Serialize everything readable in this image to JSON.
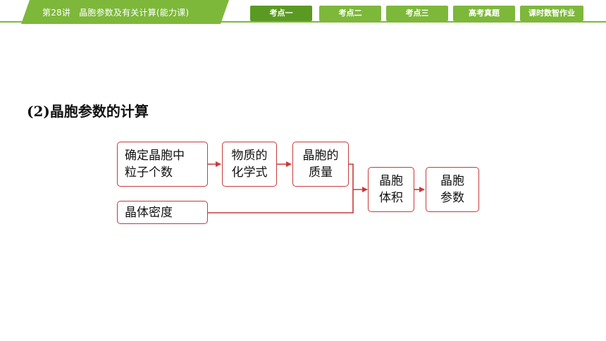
{
  "header": {
    "lesson_number": "第28讲",
    "lesson_title": "晶胞参数及有关计算(能力课)"
  },
  "tabs": [
    {
      "label": "考点一",
      "active": true
    },
    {
      "label": "考点二",
      "active": false
    },
    {
      "label": "考点三",
      "active": false
    },
    {
      "label": "高考真题",
      "active": false
    },
    {
      "label": "课时数智作业",
      "active": false
    }
  ],
  "section": {
    "heading": "(2)晶胞参数的计算"
  },
  "flow": {
    "box1": {
      "line1": "确定晶胞中",
      "line2": "粒子个数"
    },
    "box2": {
      "line1": "物质的",
      "line2": "化学式"
    },
    "box3": {
      "line1": "晶胞的",
      "line2": "质量"
    },
    "box4": {
      "line1": "晶体密度"
    },
    "box5": {
      "line1": "晶胞",
      "line2": "体积"
    },
    "box6": {
      "line1": "晶胞",
      "line2": "参数"
    }
  },
  "colors": {
    "accent_green": "#7db83a",
    "box_border": "#c83a3a",
    "arrow": "#c83a3a"
  }
}
